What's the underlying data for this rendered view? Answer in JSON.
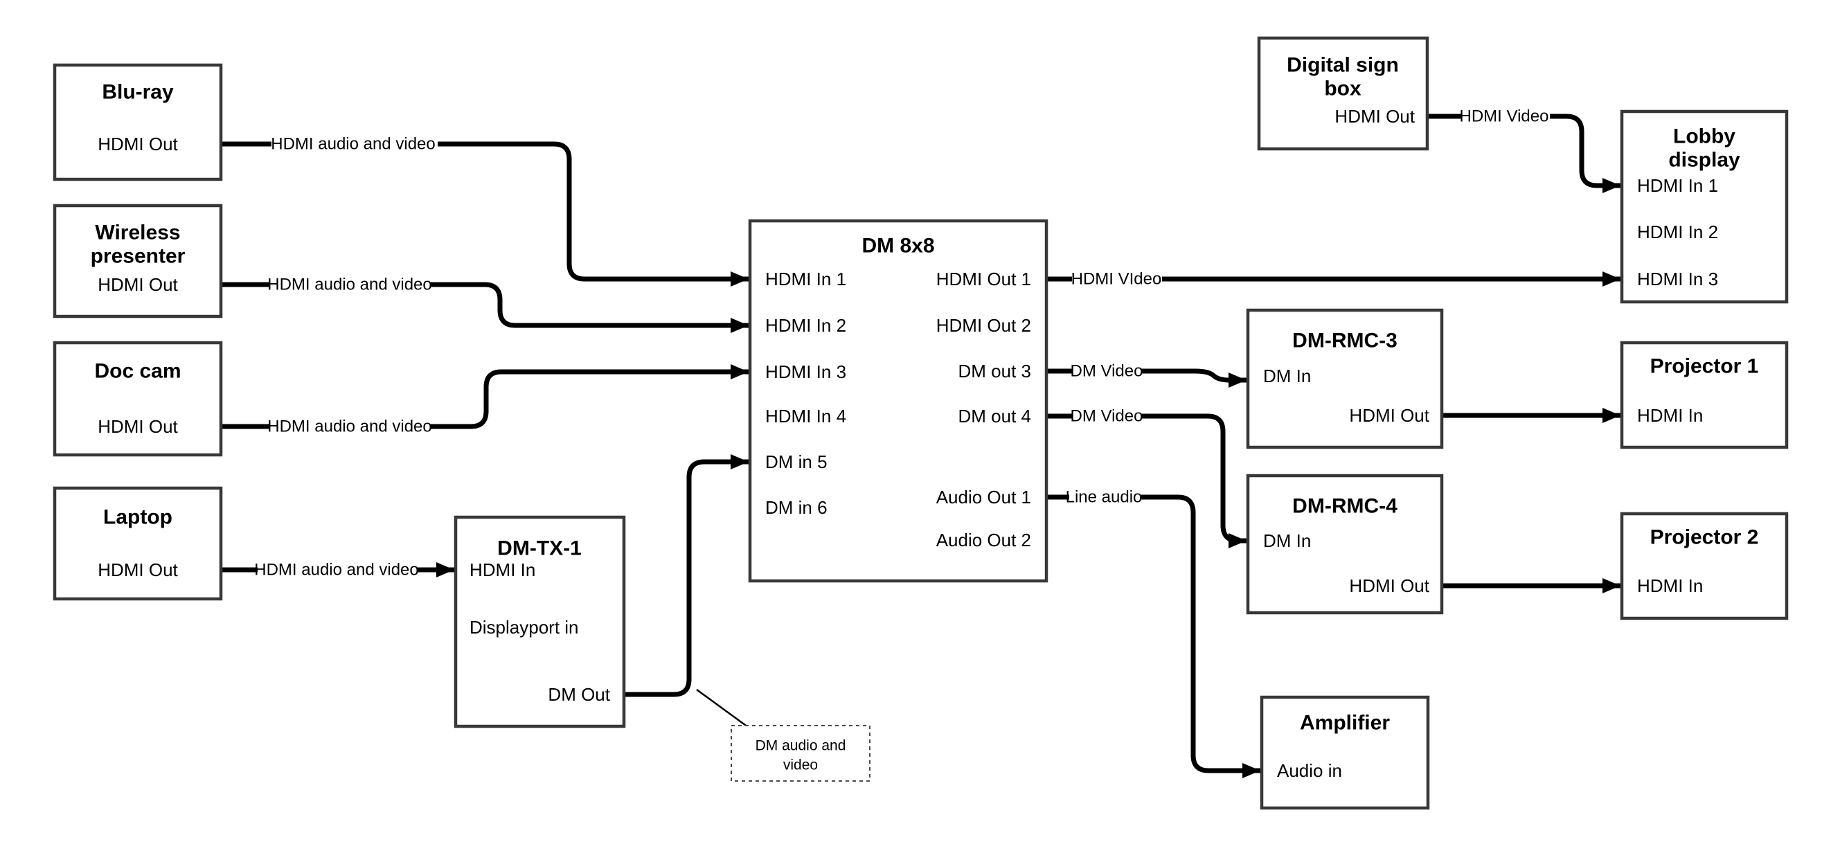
{
  "colors": {
    "background": "#ffffff",
    "box_border": "#383838",
    "connector": "#000000",
    "text": "#000000"
  },
  "nodes": {
    "bluray": {
      "title": "Blu-ray",
      "port_hdmi_out": "HDMI Out"
    },
    "wireless": {
      "title_line1": "Wireless",
      "title_line2": "presenter",
      "port_hdmi_out": "HDMI Out"
    },
    "doccam": {
      "title": "Doc cam",
      "port_hdmi_out": "HDMI Out"
    },
    "laptop": {
      "title": "Laptop",
      "port_hdmi_out": "HDMI Out"
    },
    "dmtx1": {
      "title": "DM-TX-1",
      "port_hdmi_in": "HDMI In",
      "port_displayport_in": "Displayport in",
      "port_dm_out": "DM Out"
    },
    "dm8x8": {
      "title": "DM 8x8",
      "inputs": [
        "HDMI In 1",
        "HDMI In 2",
        "HDMI In 3",
        "HDMI In 4",
        "DM in 5",
        "DM in 6"
      ],
      "outputs": [
        "HDMI Out 1",
        "HDMI Out 2",
        "DM out 3",
        "DM out 4",
        "Audio Out 1",
        "Audio Out 2"
      ]
    },
    "digsign": {
      "title_line1": "Digital sign",
      "title_line2": "box",
      "port_hdmi_out": "HDMI Out"
    },
    "lobby": {
      "title_line1": "Lobby",
      "title_line2": "display",
      "inputs": [
        "HDMI In 1",
        "HDMI In 2",
        "HDMI In 3"
      ]
    },
    "rmc3": {
      "title": "DM-RMC-3",
      "port_dm_in": "DM In",
      "port_hdmi_out": "HDMI Out"
    },
    "rmc4": {
      "title": "DM-RMC-4",
      "port_dm_in": "DM In",
      "port_hdmi_out": "HDMI Out"
    },
    "proj1": {
      "title": "Projector 1",
      "port_hdmi_in": "HDMI In"
    },
    "proj2": {
      "title": "Projector 2",
      "port_hdmi_in": "HDMI In"
    },
    "amp": {
      "title": "Amplifier",
      "port_audio_in": "Audio in"
    }
  },
  "edges": {
    "bluray_to_dm8x8": {
      "label": "HDMI audio and video",
      "from": "Blu-ray HDMI Out",
      "to": "DM 8x8 HDMI In 1"
    },
    "wireless_to_dm8x8": {
      "label": "HDMI audio and video",
      "from": "Wireless presenter HDMI Out",
      "to": "DM 8x8 HDMI In 2"
    },
    "doccam_to_dm8x8": {
      "label": "HDMI audio and video",
      "from": "Doc cam HDMI Out",
      "to": "DM 8x8 HDMI In 3"
    },
    "laptop_to_dmtx1": {
      "label": "HDMI audio and video",
      "from": "Laptop HDMI Out",
      "to": "DM-TX-1 HDMI In"
    },
    "dmtx1_to_dm8x8": {
      "label": "",
      "from": "DM-TX-1 DM Out",
      "to": "DM 8x8 DM in 5"
    },
    "dm8x8_to_lobby": {
      "label": "HDMI VIdeo",
      "from": "DM 8x8 HDMI Out 1",
      "to": "Lobby display HDMI In 3"
    },
    "digsign_to_lobby": {
      "label": "HDMI Video",
      "from": "Digital sign box HDMI Out",
      "to": "Lobby display HDMI In 1"
    },
    "dm8x8_to_rmc3": {
      "label": "DM Video",
      "from": "DM 8x8 DM out 3",
      "to": "DM-RMC-3 DM In"
    },
    "dm8x8_to_rmc4": {
      "label": "DM Video",
      "from": "DM 8x8 DM out 4",
      "to": "DM-RMC-4 DM In"
    },
    "dm8x8_to_amp": {
      "label": "Line audio",
      "from": "DM 8x8 Audio Out 1",
      "to": "Amplifier Audio in"
    },
    "rmc3_to_proj1": {
      "label": "",
      "from": "DM-RMC-3 HDMI Out",
      "to": "Projector 1 HDMI In"
    },
    "rmc4_to_proj2": {
      "label": "",
      "from": "DM-RMC-4 HDMI Out",
      "to": "Projector 2 HDMI In"
    }
  },
  "note": {
    "line1": "DM audio and",
    "line2": "video"
  }
}
